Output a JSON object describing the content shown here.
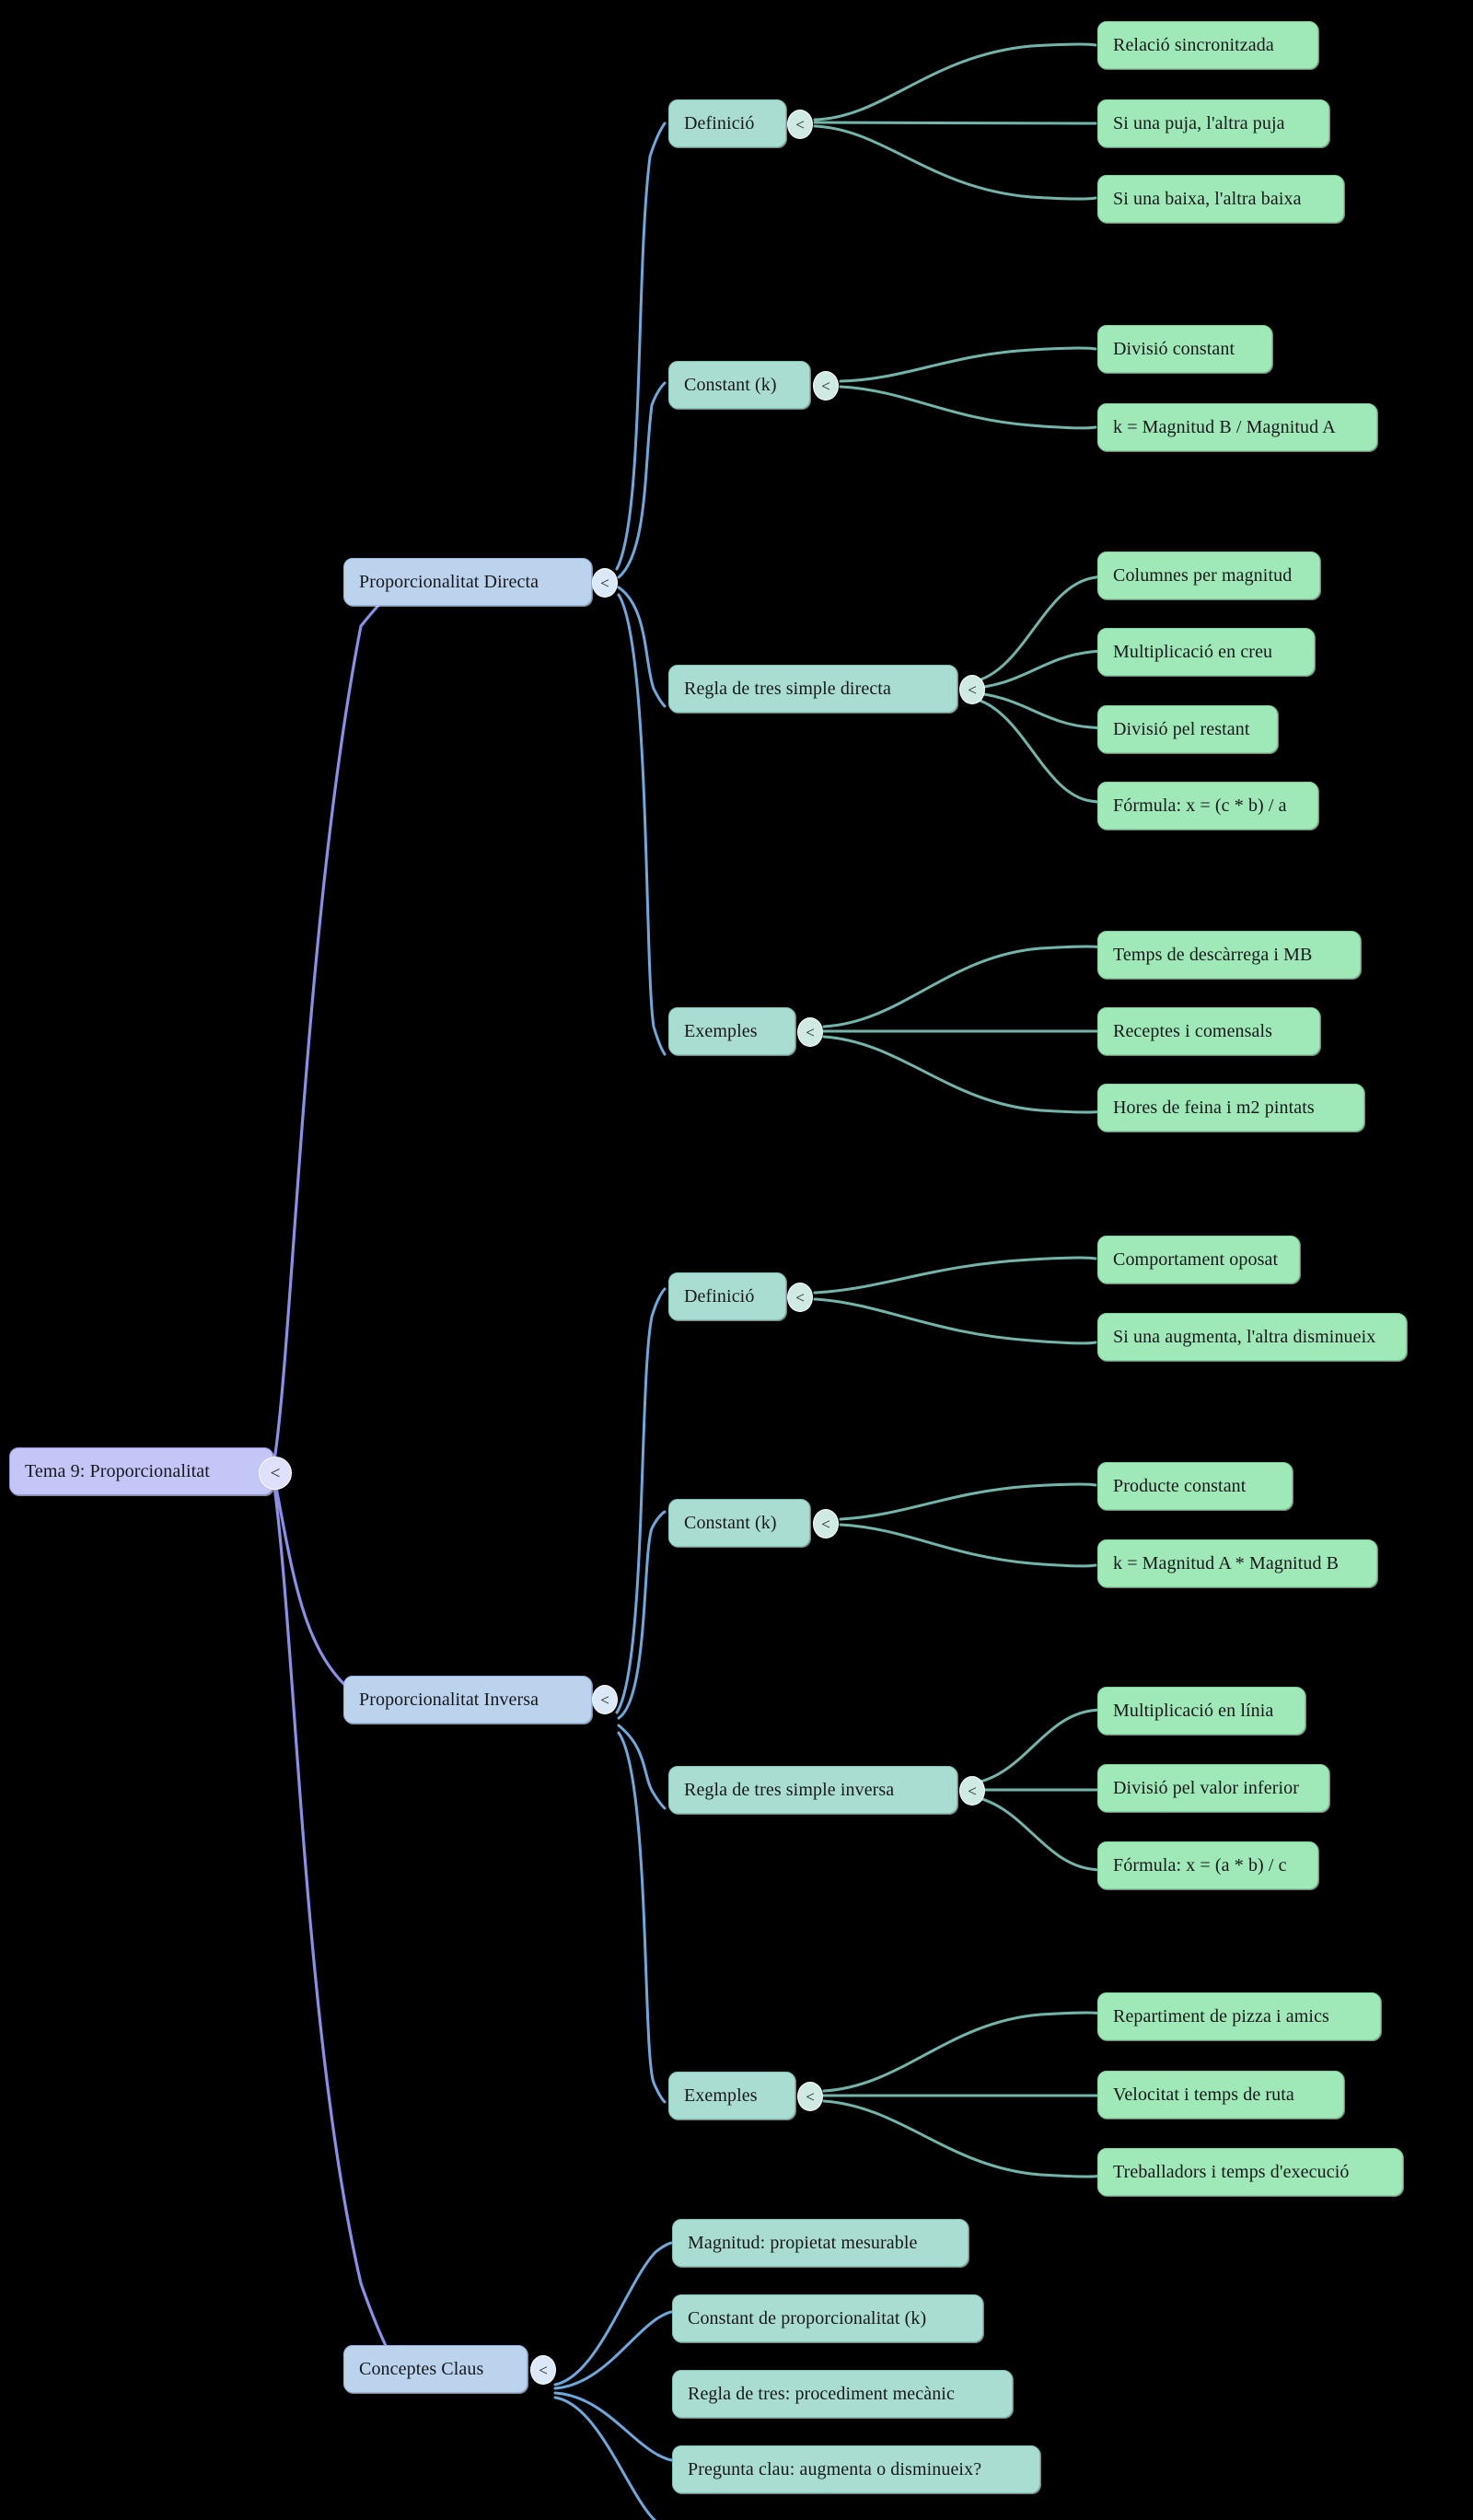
{
  "diagram": {
    "type": "mindmap",
    "title": "Tema 9: Proporcionalitat",
    "collapse_glyph": "<",
    "colors": {
      "background": "#000000",
      "root_fill": "#c3c6f7",
      "root_stroke": "#8f92d8",
      "branch_fill": "#bcd3ee",
      "branch_stroke": "#8fb4df",
      "sub_fill": "#a9ddd2",
      "sub_stroke": "#7fc3b6",
      "leaf_fill": "#9fe8b8",
      "leaf_stroke": "#7dd49a",
      "edge_root": "#8b8fe8",
      "edge_branch": "#6ea8dc",
      "edge_sub": "#74b5aa"
    }
  },
  "nodes": {
    "root": {
      "label": "Tema 9: Proporcionalitat"
    },
    "branches": [
      {
        "id": "directa",
        "label": "Proporcionalitat Directa",
        "children": [
          {
            "id": "dir-definicio",
            "label": "Definició",
            "children": [
              {
                "label": "Relació sincronitzada"
              },
              {
                "label": "Si una puja, l'altra puja"
              },
              {
                "label": "Si una baixa, l'altra baixa"
              }
            ]
          },
          {
            "id": "dir-constant",
            "label": "Constant (k)",
            "children": [
              {
                "label": "Divisió constant"
              },
              {
                "label": "k = Magnitud B / Magnitud A"
              }
            ]
          },
          {
            "id": "dir-regla",
            "label": "Regla de tres simple directa",
            "children": [
              {
                "label": "Columnes per magnitud"
              },
              {
                "label": "Multiplicació en creu"
              },
              {
                "label": "Divisió pel restant"
              },
              {
                "label": "Fórmula: x = (c * b) / a"
              }
            ]
          },
          {
            "id": "dir-exemples",
            "label": "Exemples",
            "children": [
              {
                "label": "Temps de descàrrega i MB"
              },
              {
                "label": "Receptes i comensals"
              },
              {
                "label": "Hores de feina i m2 pintats"
              }
            ]
          }
        ]
      },
      {
        "id": "inversa",
        "label": "Proporcionalitat Inversa",
        "children": [
          {
            "id": "inv-definicio",
            "label": "Definició",
            "children": [
              {
                "label": "Comportament oposat"
              },
              {
                "label": "Si una augmenta, l'altra disminueix"
              }
            ]
          },
          {
            "id": "inv-constant",
            "label": "Constant (k)",
            "children": [
              {
                "label": "Producte constant"
              },
              {
                "label": "k = Magnitud A * Magnitud B"
              }
            ]
          },
          {
            "id": "inv-regla",
            "label": "Regla de tres simple inversa",
            "children": [
              {
                "label": "Multiplicació en línia"
              },
              {
                "label": "Divisió pel valor inferior"
              },
              {
                "label": "Fórmula: x = (a * b) / c"
              }
            ]
          },
          {
            "id": "inv-exemples",
            "label": "Exemples",
            "children": [
              {
                "label": "Repartiment de pizza i amics"
              },
              {
                "label": "Velocitat i temps de ruta"
              },
              {
                "label": "Treballadors i temps d'execució"
              }
            ]
          }
        ]
      },
      {
        "id": "conceptes",
        "label": "Conceptes Claus",
        "children": [
          {
            "id": "cc-1",
            "label": "Magnitud: propietat mesurable",
            "children": []
          },
          {
            "id": "cc-2",
            "label": "Constant de proporcionalitat (k)",
            "children": []
          },
          {
            "id": "cc-3",
            "label": "Regla de tres: procediment mecànic",
            "children": []
          },
          {
            "id": "cc-4",
            "label": "Pregunta clau: augmenta o disminueix?",
            "children": []
          }
        ]
      }
    ]
  }
}
